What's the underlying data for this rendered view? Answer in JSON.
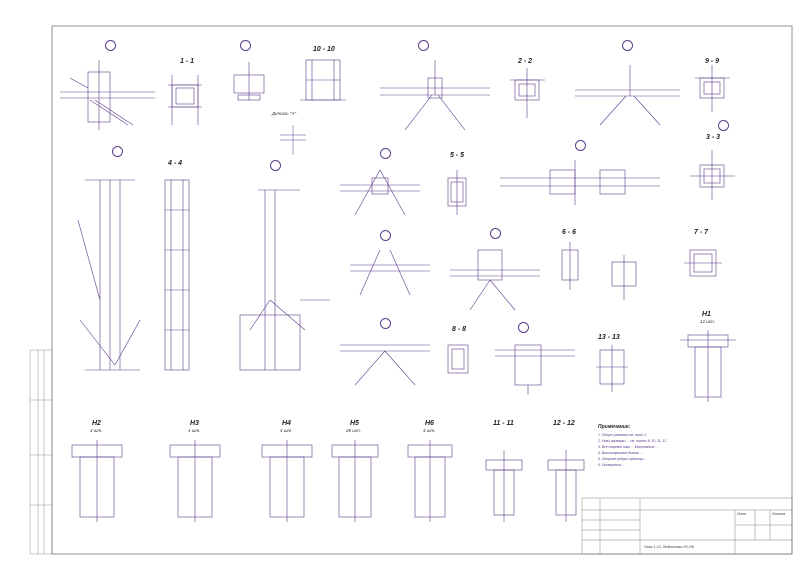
{
  "sections": [
    {
      "label": "1 - 1"
    },
    {
      "label": "10 - 10"
    },
    {
      "label": "2 - 2"
    },
    {
      "label": "9 - 9"
    },
    {
      "label": "4 - 4"
    },
    {
      "label": "5 - 5"
    },
    {
      "label": "3 - 3"
    },
    {
      "label": "6 - 6"
    },
    {
      "label": "7 - 7"
    },
    {
      "label": "8 - 8"
    },
    {
      "label": "13 - 13"
    },
    {
      "label": "11 - 11"
    },
    {
      "label": "12 - 12"
    }
  ],
  "detail_label": "Деталь \"А\"",
  "parts": [
    {
      "label": "Н1",
      "qty": "12 шт."
    },
    {
      "label": "Н2",
      "qty": "4 шт."
    },
    {
      "label": "Н3",
      "qty": "4 шт."
    },
    {
      "label": "Н4",
      "qty": "4 шт."
    },
    {
      "label": "Н5",
      "qty": "28 шт."
    },
    {
      "label": "Н6",
      "qty": "4 шт."
    }
  ],
  "notes": {
    "title": "Примечание:",
    "items": [
      "1. Общие указания см. лист 1",
      "2. Узлы приварки ... см. листы 9, 10, 11, 12",
      "3. Все сварные швы ... Монтажные ...",
      "4. Высокопрочные болты ...",
      "5. Опорные ребра и фланцы ...",
      "6. Отверстия ..."
    ]
  },
  "title_block": {
    "drawing_title": "Узлы 1-13. Подкосники Н1-Н6",
    "sheet_label": "Лист",
    "sheets_label": "Листов"
  },
  "colors": {
    "line": "#5a3d8c",
    "ink": "#222222",
    "accent": "#7a4fa8"
  }
}
